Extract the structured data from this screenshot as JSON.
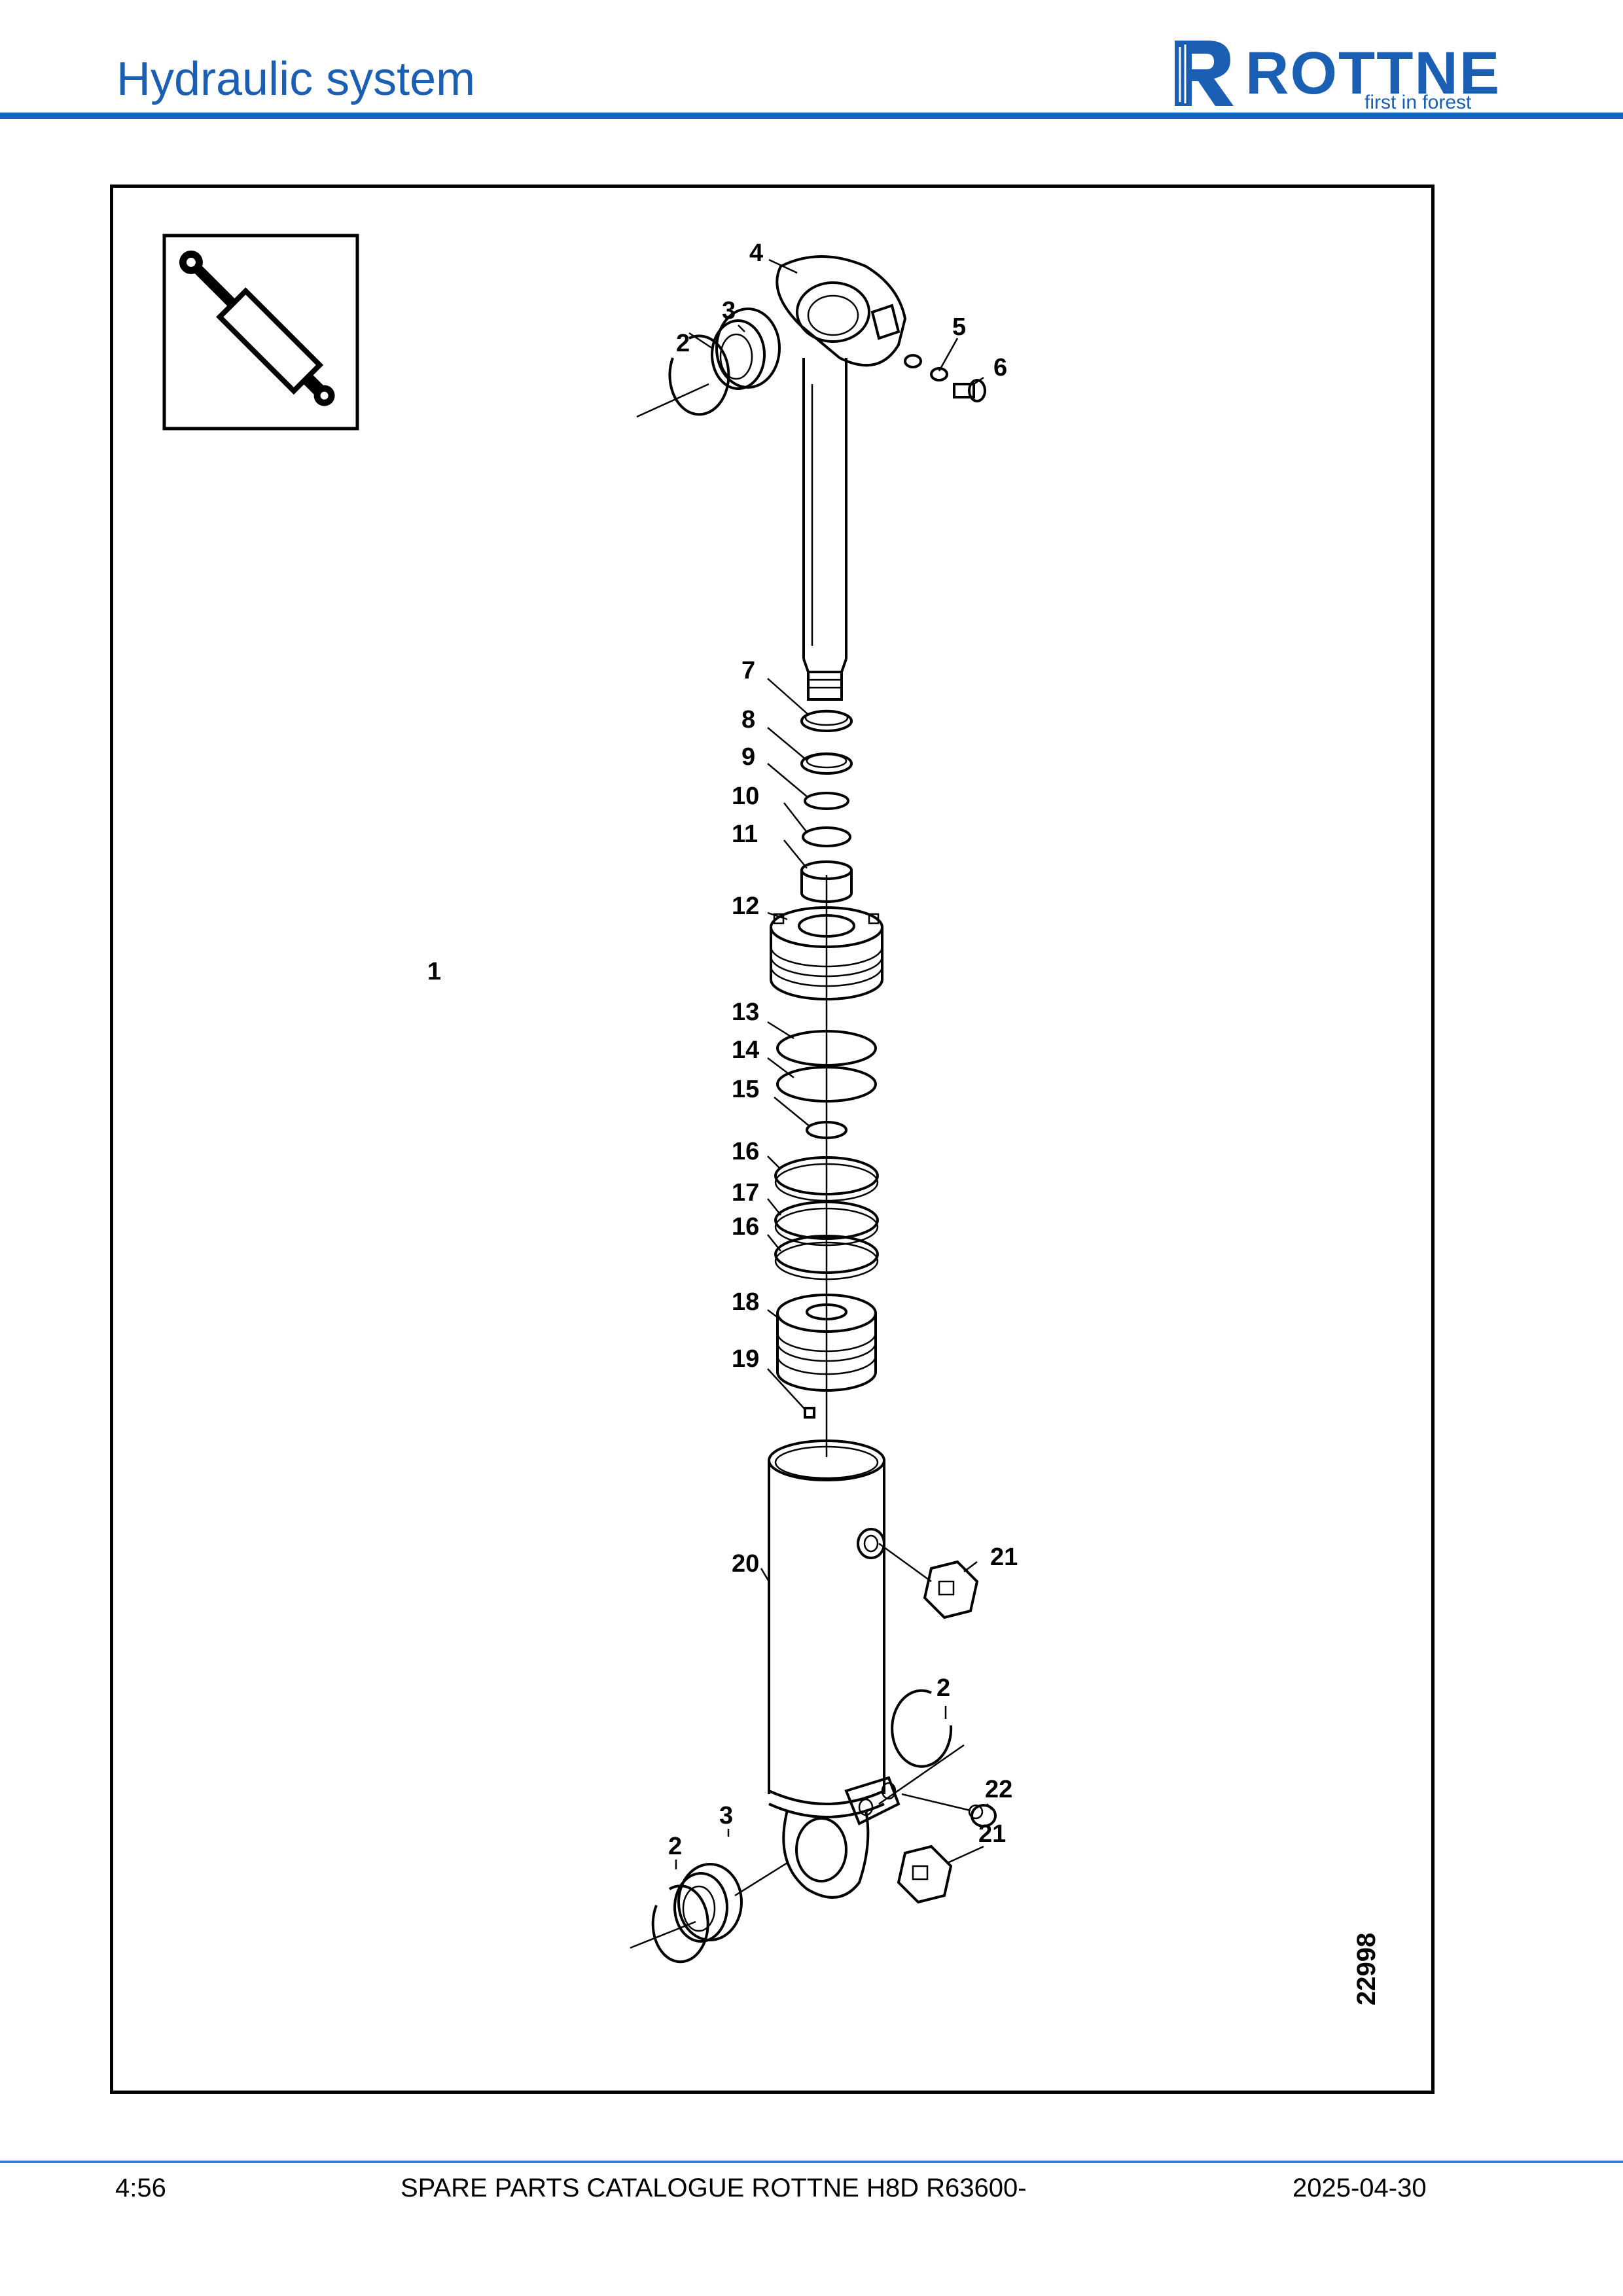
{
  "header": {
    "title": "Hydraulic system",
    "brand": "ROTTNE",
    "tagline": "first in forest",
    "accent_color": "#1565c0"
  },
  "figure": {
    "icon": "hydraulic-cylinder-icon",
    "figure_number": "22998",
    "callouts": [
      "1",
      "2",
      "3",
      "4",
      "5",
      "6",
      "7",
      "8",
      "9",
      "10",
      "11",
      "12",
      "13",
      "14",
      "15",
      "16",
      "17",
      "16",
      "18",
      "19",
      "20",
      "21",
      "2",
      "22",
      "3",
      "2",
      "21"
    ]
  },
  "footer": {
    "page": "4:56",
    "catalogue": "SPARE PARTS CATALOGUE ROTTNE H8D R63600-",
    "date": "2025-04-30"
  }
}
